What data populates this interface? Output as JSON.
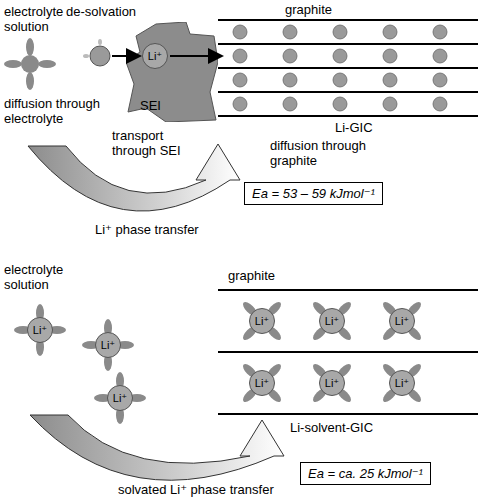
{
  "diagram": {
    "nodes": [
      {
        "text": [
          "SEI"
        ]
      },
      {
        "text": [
          "Li⁺"
        ],
        "in": 0
      },
      {
        "text": [
          "Ea = 53 – 59 kJmol⁻¹"
        ]
      },
      {
        "text": [
          "Li⁺"
        ]
      },
      {
        "text": [
          "Li⁺"
        ]
      },
      {
        "text": [
          "Li⁺"
        ]
      },
      {
        "text": [
          "Li⁺"
        ]
      },
      {
        "text": [
          "Li⁺"
        ]
      },
      {
        "text": [
          "Li⁺"
        ]
      },
      {
        "text": [
          "Li⁺"
        ]
      },
      {
        "text": [
          "Li⁺"
        ]
      },
      {
        "text": [
          "Li⁺"
        ]
      },
      {
        "text": [
          "Ea = ca. 25 kJmol⁻¹"
        ]
      }
    ],
    "labels": [
      "electrolyte solution",
      "de-solvation",
      "graphite",
      "diffusion through electrolyte",
      "transport through SEI",
      "Li-GIC",
      "diffusion through graphite",
      "Li⁺ phase transfer",
      "electrolyte solution",
      "graphite",
      "Li-solvent-GIC",
      "solvated Li⁺ phase transfer"
    ]
  }
}
